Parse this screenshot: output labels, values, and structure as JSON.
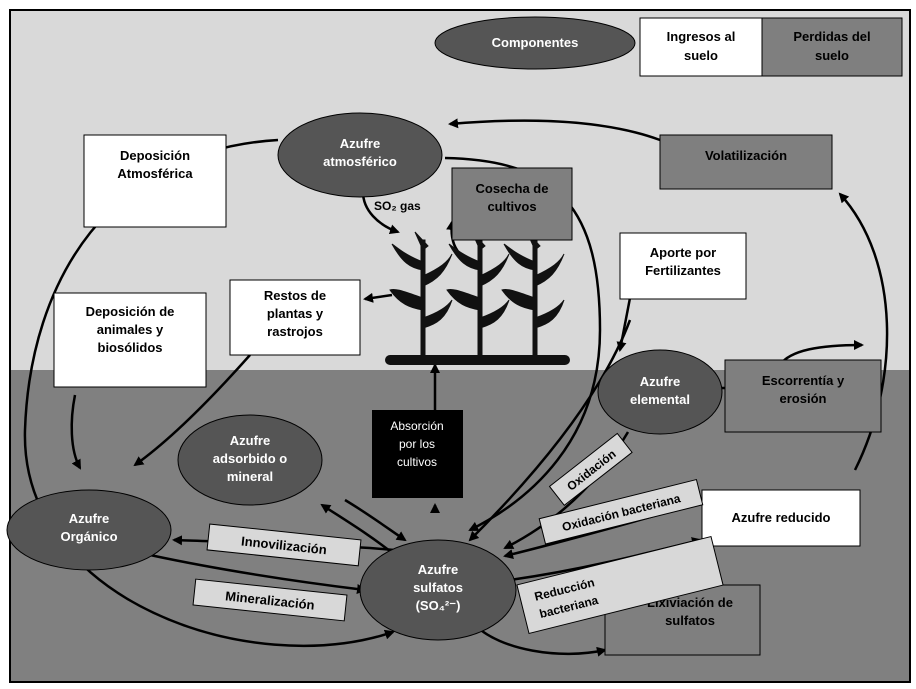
{
  "legend": {
    "components": "Componentes",
    "inputs": [
      "Ingresos al",
      "suelo"
    ],
    "losses": [
      "Perdidas del",
      "suelo"
    ]
  },
  "nodes": {
    "atmospheric_sulfur": [
      "Azufre",
      "atmosférico"
    ],
    "organic_sulfur": [
      "Azufre",
      "Orgánico"
    ],
    "adsorbed_sulfur": [
      "Azufre",
      "adsorbido o",
      "mineral"
    ],
    "sulfates": [
      "Azufre",
      "sulfatos",
      "(SO₄²⁻)"
    ],
    "elemental_sulfur": [
      "Azufre",
      "elemental"
    ]
  },
  "inputs": {
    "atmospheric_deposition": [
      "Deposición",
      "Atmosférica"
    ],
    "animal_deposition": [
      "Deposición  de",
      "animales y",
      "biosólidos"
    ],
    "plant_residues": [
      "Restos de",
      "plantas y",
      "rastrojos"
    ],
    "fertilizer": [
      "Aporte por",
      "Fertilizantes"
    ],
    "reduced_sulfur": "Azufre reducido"
  },
  "losses": {
    "volatilization": "Volatilización",
    "crop_harvest": [
      "Cosecha de",
      "cultivos"
    ],
    "runoff": [
      "Escorrentía  y",
      "erosión"
    ],
    "leaching": [
      "Lixiviación de",
      "sulfatos"
    ]
  },
  "processes": {
    "uptake": [
      "Absorción",
      "por los",
      "cultivos"
    ],
    "immobilization": "Innovilización",
    "mineralization": "Mineralización",
    "oxidation": "Oxidación",
    "bacterial_oxidation": "Oxidación bacteriana",
    "bacterial_reduction": [
      "Reducción",
      "bacteriana"
    ],
    "so2_gas": "SO₂ gas"
  },
  "colors": {
    "sky": "#d9d9d9",
    "soil": "#808080",
    "ellipse": "#555555",
    "loss_box": "#7f7f7f",
    "process_box": "#d8d8d8",
    "uptake_box": "#000000"
  }
}
